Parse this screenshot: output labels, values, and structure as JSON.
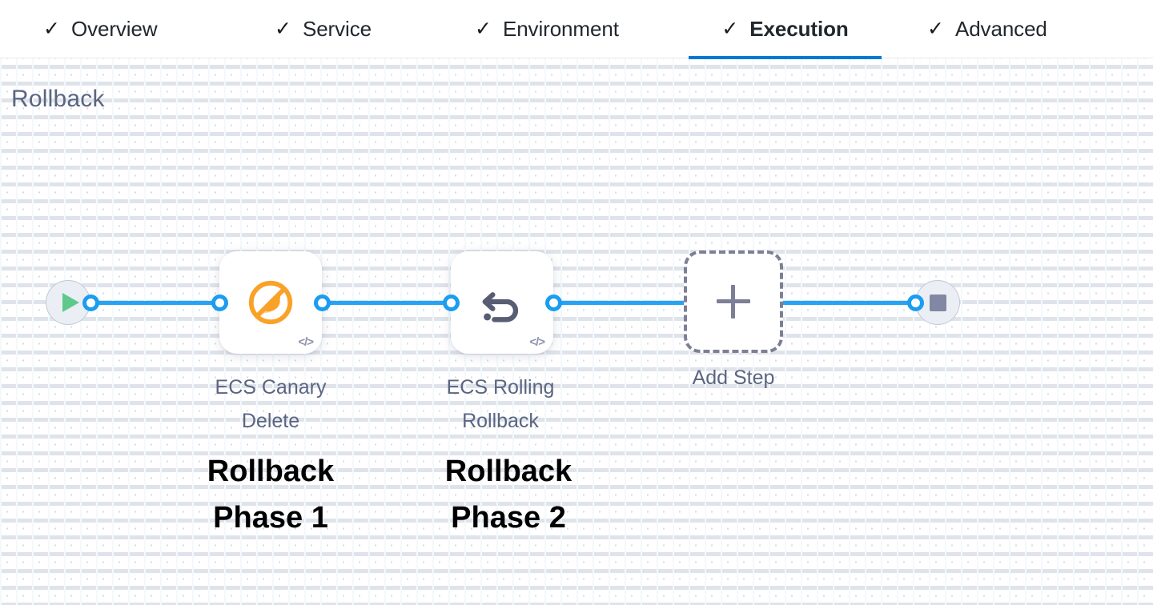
{
  "tabs": [
    {
      "id": "overview",
      "label": "Overview",
      "icon": "check-icon",
      "active": false
    },
    {
      "id": "service",
      "label": "Service",
      "icon": "check-icon",
      "active": false
    },
    {
      "id": "environment",
      "label": "Environment",
      "icon": "check-icon",
      "active": false
    },
    {
      "id": "execution",
      "label": "Execution",
      "icon": "check-icon",
      "active": true
    },
    {
      "id": "advanced",
      "label": "Advanced",
      "icon": "check-icon",
      "active": false
    }
  ],
  "check_glyph": "✓",
  "section": {
    "title": "Rollback"
  },
  "flow": {
    "start_node": {
      "icon": "play-icon"
    },
    "end_node": {
      "icon": "stop-icon"
    },
    "steps": [
      {
        "id": "ecs-canary-delete",
        "label_line1": "ECS Canary",
        "label_line2": "Delete",
        "icon": "canary-delete-icon",
        "code_badge": "</>"
      },
      {
        "id": "ecs-rolling-rollback",
        "label_line1": "ECS Rolling",
        "label_line2": "Rollback",
        "icon": "rollback-arrow-icon",
        "code_badge": "</>"
      }
    ],
    "add_step": {
      "label": "Add Step",
      "icon": "plus-icon"
    }
  },
  "annotations": [
    {
      "id": "phase-1",
      "line1": "Rollback",
      "line2": "Phase 1"
    },
    {
      "id": "phase-2",
      "line1": "Rollback",
      "line2": "Phase 2"
    }
  ],
  "colors": {
    "accent_blue": "#0278d5",
    "connector_blue": "#1b9df0",
    "canary_orange": "#f7a127",
    "rollback_gray": "#595d73",
    "label_gray": "#5b6582",
    "start_green": "#5fc98c",
    "stop_gray": "#8188a3"
  }
}
